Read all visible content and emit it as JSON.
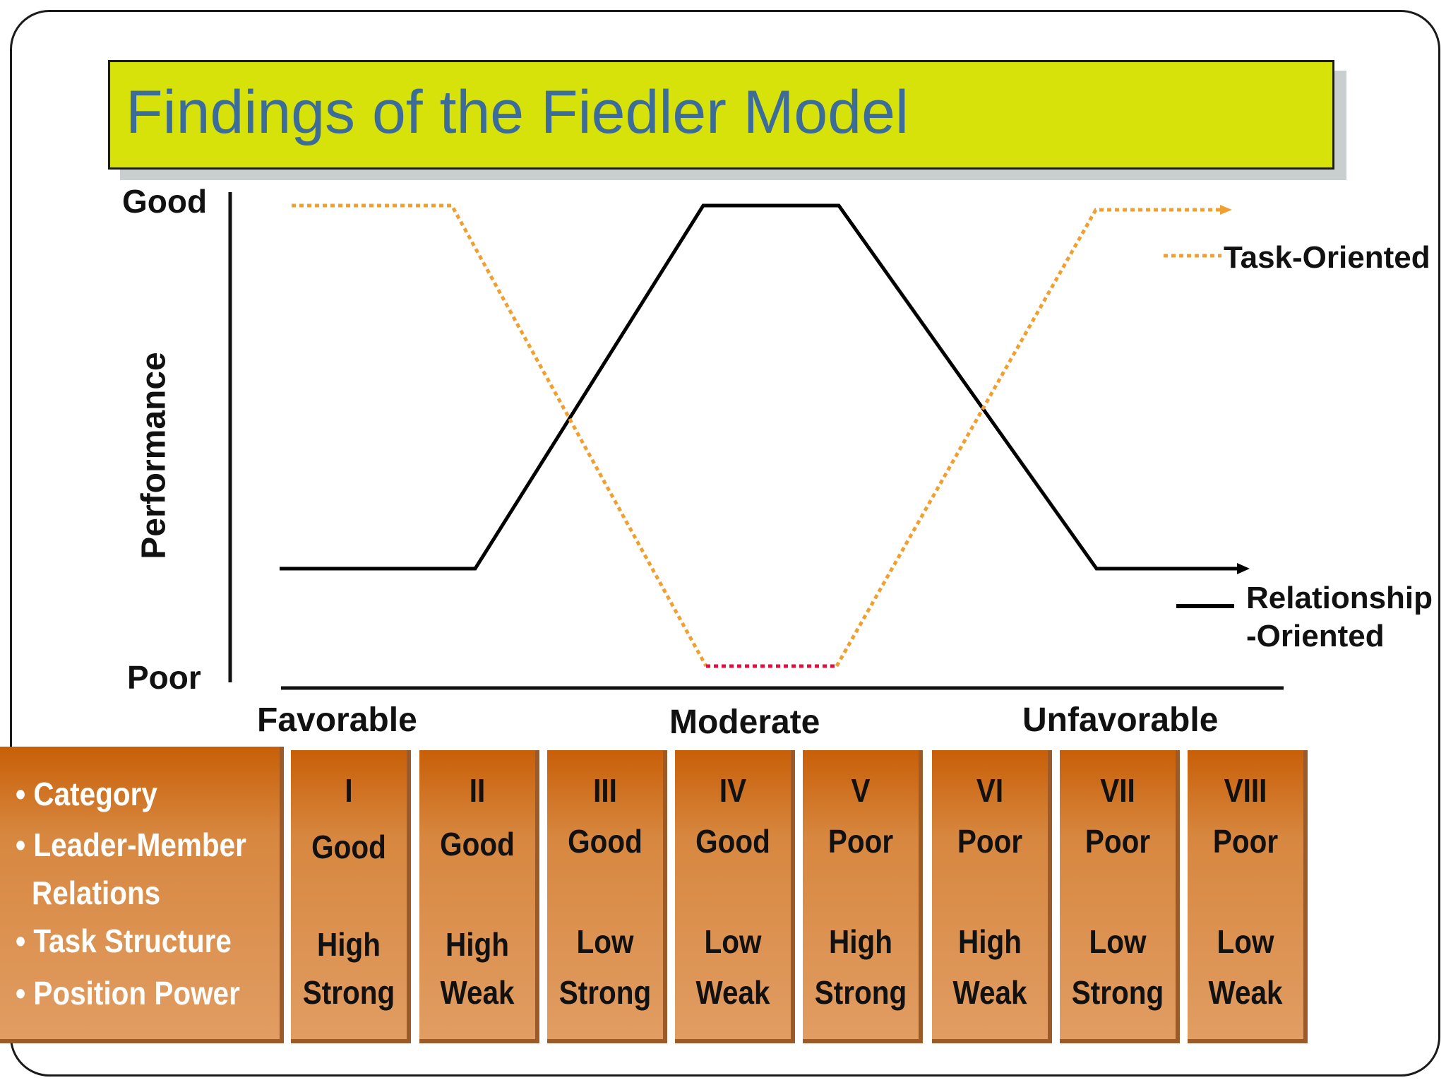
{
  "title": "Findings of the Fiedler Model",
  "y_axis": {
    "top_label": "Good",
    "bottom_label": "Poor",
    "title": "Performance"
  },
  "x_axis": {
    "labels": [
      "Favorable",
      "Moderate",
      "Unfavorable"
    ]
  },
  "legend": {
    "task": "Task-Oriented",
    "relationship_line1": "Relationship",
    "relationship_line2": "-Oriented"
  },
  "colors": {
    "task": "#f0a030",
    "relationship": "#000000",
    "task_low": "#e01040",
    "title_bg": "#d6e20a",
    "title_text": "#3c6d9a"
  },
  "table": {
    "category_labels": [
      "Category",
      "Leader-Member",
      "Relations",
      "Task Structure",
      "Position Power"
    ],
    "columns": [
      {
        "category": "I",
        "relations": "Good",
        "structure": "High",
        "power": "Strong"
      },
      {
        "category": "II",
        "relations": "Good",
        "structure": "High",
        "power": "Weak"
      },
      {
        "category": "III",
        "relations": "Good",
        "structure": "Low",
        "power": "Strong"
      },
      {
        "category": "IV",
        "relations": "Good",
        "structure": "Low",
        "power": "Weak"
      },
      {
        "category": "V",
        "relations": "Poor",
        "structure": "High",
        "power": "Strong"
      },
      {
        "category": "VI",
        "relations": "Poor",
        "structure": "High",
        "power": "Weak"
      },
      {
        "category": "VII",
        "relations": "Poor",
        "structure": "Low",
        "power": "Strong"
      },
      {
        "category": "VIII",
        "relations": "Poor",
        "structure": "Low",
        "power": "Weak"
      }
    ]
  }
}
